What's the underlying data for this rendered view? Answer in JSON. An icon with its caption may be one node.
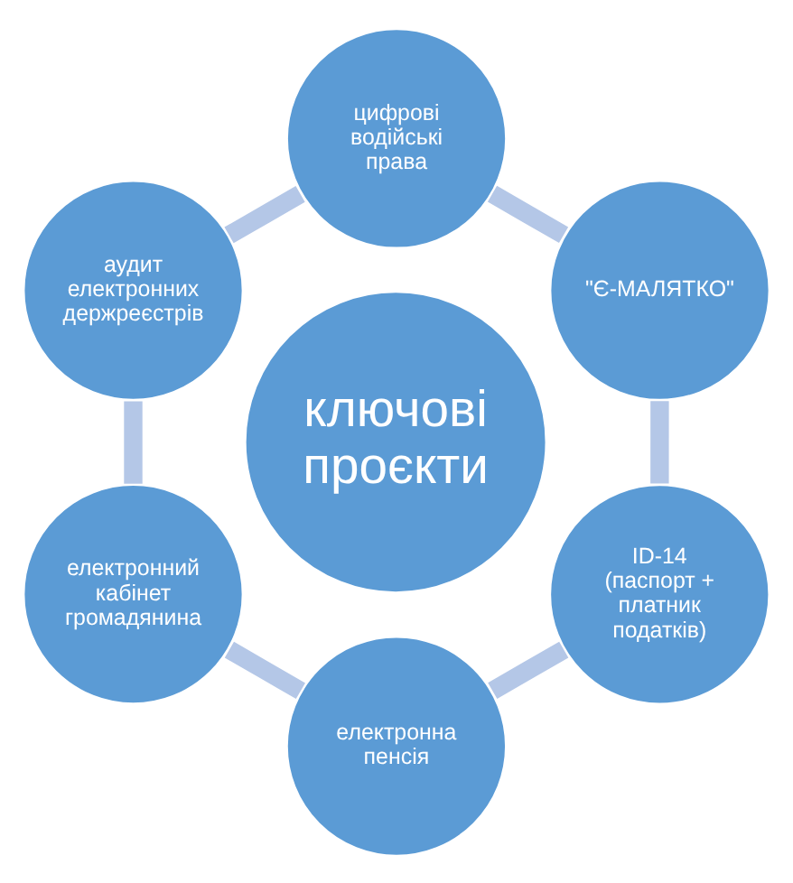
{
  "diagram": {
    "nodes": [
      {
        "text": [
          "ключові проєкти"
        ]
      },
      {
        "text": [
          "цифрові водійські права"
        ]
      },
      {
        "text": [
          "\"Є-МАЛЯТКО\""
        ]
      },
      {
        "text": [
          "ID-14 (паспорт + платник податків)"
        ]
      },
      {
        "text": [
          "електронна пенсія"
        ]
      },
      {
        "text": [
          "електронний кабінет громадянина"
        ]
      },
      {
        "text": [
          "аудит електронних держреєстрів"
        ]
      }
    ],
    "edges": [
      {
        "from": 1,
        "to": 2,
        "arrow": "none"
      },
      {
        "from": 2,
        "to": 3,
        "arrow": "none"
      },
      {
        "from": 3,
        "to": 4,
        "arrow": "none"
      },
      {
        "from": 4,
        "to": 5,
        "arrow": "none"
      },
      {
        "from": 5,
        "to": 6,
        "arrow": "none"
      },
      {
        "from": 6,
        "to": 1,
        "arrow": "none"
      }
    ]
  }
}
